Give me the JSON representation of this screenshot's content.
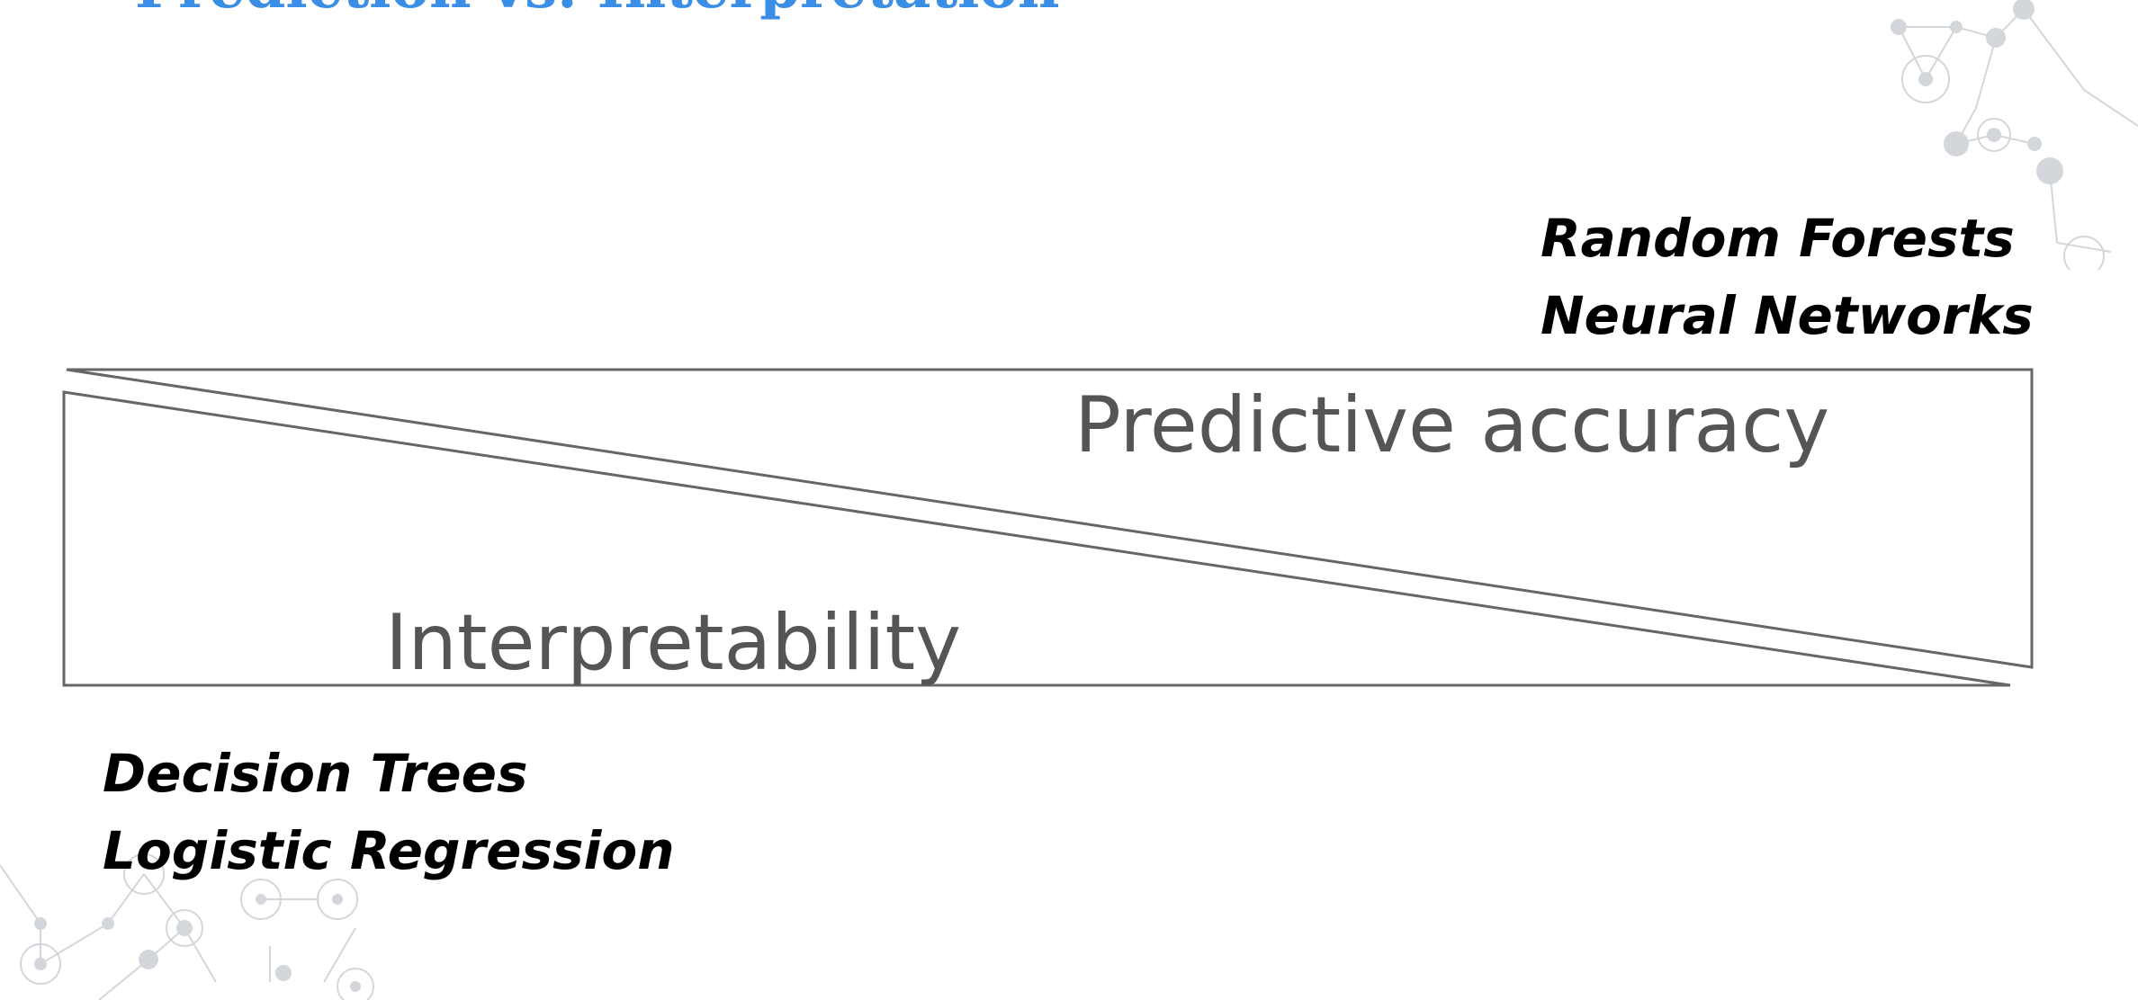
{
  "slide": {
    "title": "Prediction vs. Interpretation",
    "title_color": "#3b8ee6",
    "background_color": "#ffffff"
  },
  "tradeoff_diagram": {
    "accuracy_label": "Predictive accuracy",
    "interpretability_label": "Interpretability",
    "line_color": "#666666"
  },
  "high_accuracy_models": {
    "items": [
      "Random Forests",
      "Neural Networks"
    ]
  },
  "high_interpretability_models": {
    "items": [
      "Decision Trees",
      "Logistic Regression"
    ]
  },
  "decoration": {
    "network_color": "#d3d7dc"
  }
}
